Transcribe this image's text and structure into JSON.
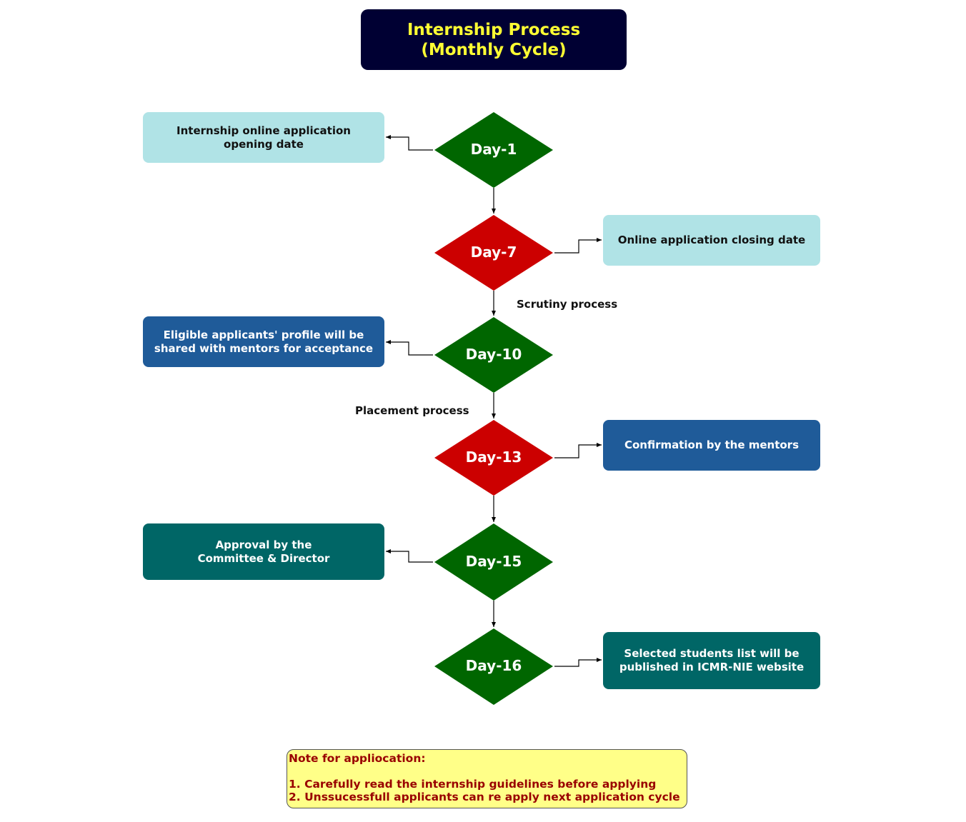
{
  "title": {
    "line1": "Internship Process",
    "line2": "(Monthly Cycle)"
  },
  "colors": {
    "title_bg": "#000033",
    "title_text": "#ffff33",
    "diamond_green": "#006600",
    "diamond_red": "#cc0000",
    "box_light": "#b0e3e6",
    "box_blue": "#1f5b99",
    "box_teal": "#006666",
    "note_bg": "#ffff88",
    "note_text": "#990000"
  },
  "steps": [
    {
      "day": "Day-1",
      "color": "green",
      "box_lines": [
        "Internship online application",
        "opening date"
      ],
      "box_style": "light",
      "side": "left"
    },
    {
      "day": "Day-7",
      "color": "red",
      "box_lines": [
        "Online application closing date"
      ],
      "box_style": "light",
      "side": "right"
    },
    {
      "day": "Day-10",
      "color": "green",
      "box_lines": [
        "Eligible applicants' profile will be",
        "shared with mentors for acceptance"
      ],
      "box_style": "blue",
      "side": "left"
    },
    {
      "day": "Day-13",
      "color": "red",
      "box_lines": [
        "Confirmation by the mentors"
      ],
      "box_style": "blue",
      "side": "right"
    },
    {
      "day": "Day-15",
      "color": "green",
      "box_lines": [
        "Approval by the",
        "Committee & Director"
      ],
      "box_style": "teal",
      "side": "left"
    },
    {
      "day": "Day-16",
      "color": "green",
      "box_lines": [
        "Selected students list will be",
        "published in ICMR-NIE website"
      ],
      "box_style": "teal",
      "side": "right"
    }
  ],
  "edge_labels": {
    "scrutiny": "Scrutiny process",
    "placement": "Placement process"
  },
  "note": {
    "heading": "Note for appliocation:",
    "items": [
      "1. Carefully read the internship guidelines before applying",
      "2. Unssucessfull applicants can re apply next application cycle"
    ]
  }
}
